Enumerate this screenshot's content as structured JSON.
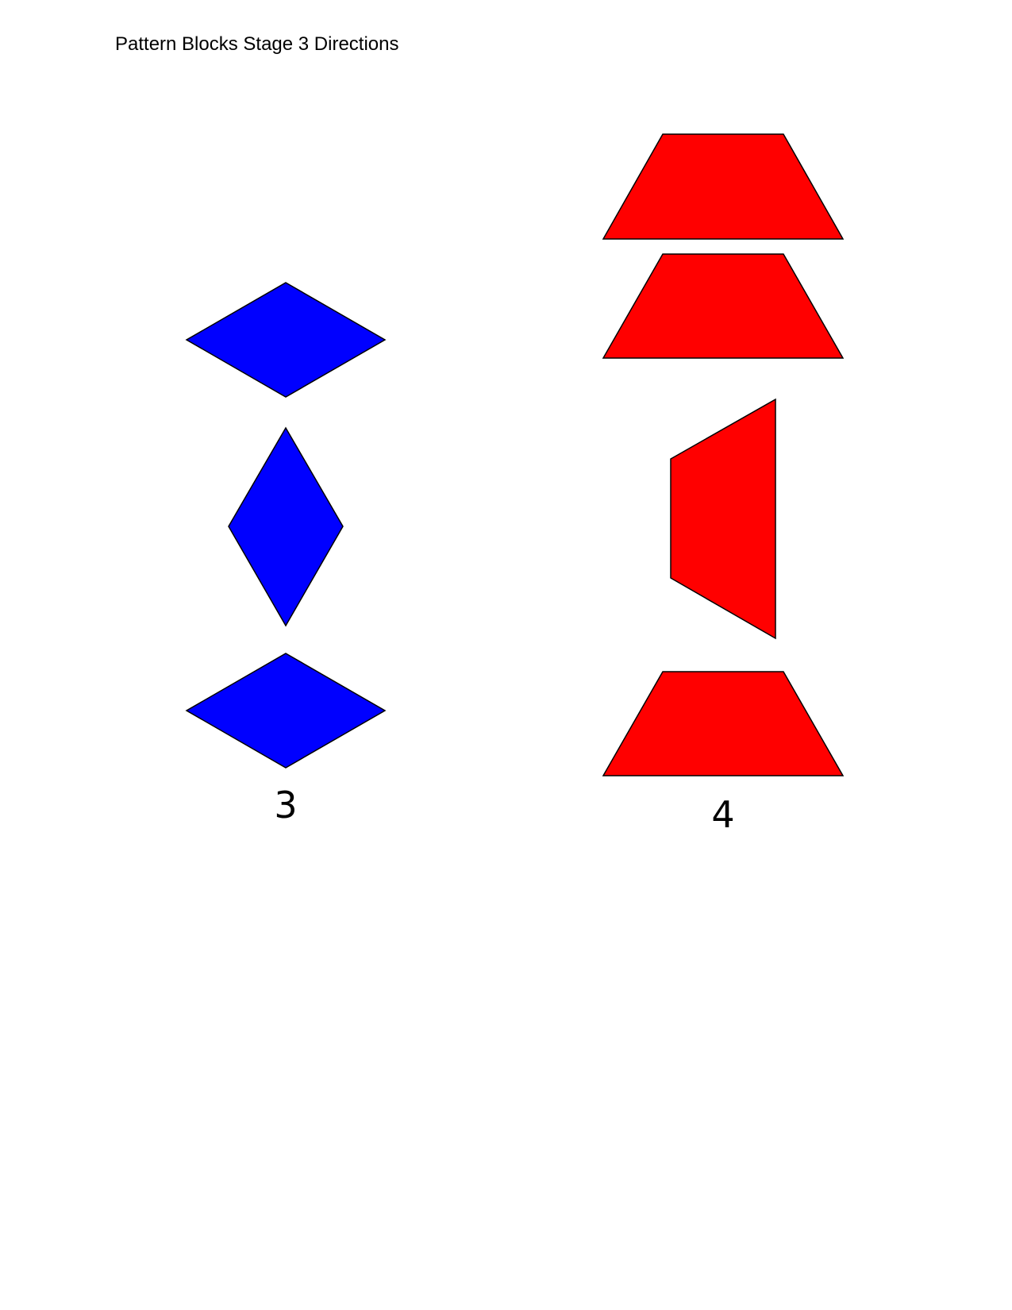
{
  "document": {
    "header": "Pattern Blocks Stage 3 Directions"
  },
  "colors": {
    "rhombus": "#0000FF",
    "trapezoid": "#FF0000",
    "outline": "#000000"
  },
  "directions": [
    {
      "number": "3",
      "block": "blue rhombus",
      "count": 3
    },
    {
      "number": "4",
      "block": "red trapezoid",
      "count": 4
    }
  ]
}
